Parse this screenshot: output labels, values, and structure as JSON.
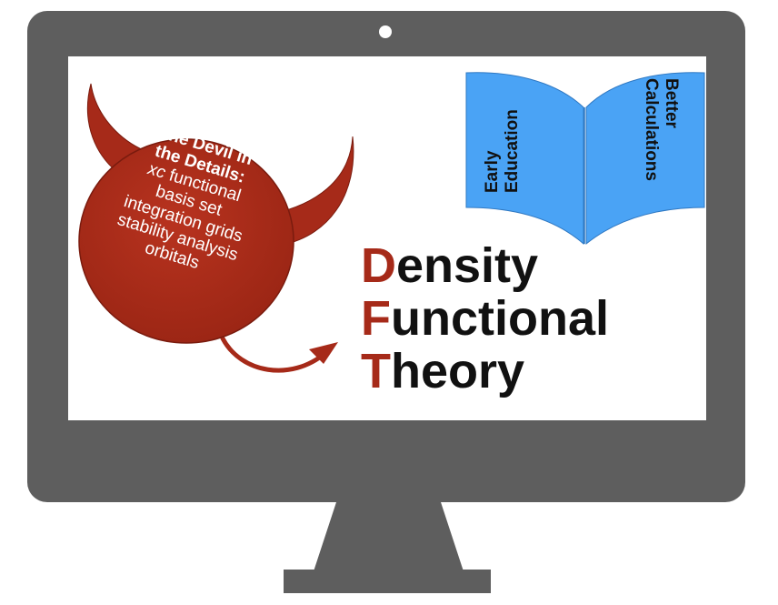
{
  "devil": {
    "title_line1": "The Devil in",
    "title_line2": "the Details:",
    "item_xc": "xc",
    "item_functional": " functional",
    "items": [
      "basis set",
      "integration grids",
      "stability analysis",
      "orbitals"
    ]
  },
  "book": {
    "left_line1": "Early",
    "left_line2": "Education",
    "right_line1": "Better",
    "right_line2": "Calculations"
  },
  "dft": {
    "line1_initial": "D",
    "line1_rest": "ensity",
    "line2_initial": "F",
    "line2_rest": "unctional",
    "line3_initial": "T",
    "line3_rest": "heory"
  },
  "colors": {
    "accent_red": "#a62a19",
    "book_blue": "#4aa3f5",
    "monitor_gray": "#5e5e5e"
  }
}
